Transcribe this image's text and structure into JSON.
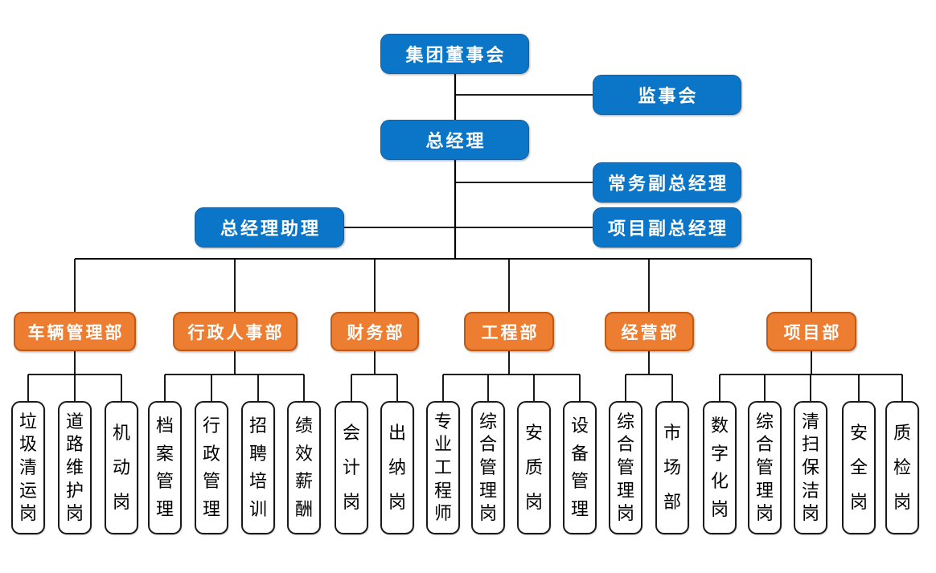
{
  "colors": {
    "page_bg": "#ffffff",
    "blue_fill": "#0b76c8",
    "blue_border": "#1a5fa0",
    "orange_fill": "#ed7d31",
    "orange_border": "#c05a15",
    "leaf_fill": "#ffffff",
    "leaf_border": "#1a1a1a",
    "leaf_text": "#000000",
    "text_on_fill": "#ffffff",
    "line": "#000000"
  },
  "org": {
    "board": {
      "label": "集团董事会"
    },
    "supervisory": {
      "label": "监事会"
    },
    "gm": {
      "label": "总经理"
    },
    "exec_deputy_gm": {
      "label": "常务副总经理"
    },
    "project_deputy_gm": {
      "label": "项目副总经理"
    },
    "gm_assistant": {
      "label": "总经理助理"
    },
    "departments": [
      {
        "label": "车辆管理部",
        "positions": [
          "垃圾清运岗",
          "道路维护岗",
          "机动岗"
        ]
      },
      {
        "label": "行政人事部",
        "positions": [
          "档案管理",
          "行政管理",
          "招聘培训",
          "绩效薪酬"
        ]
      },
      {
        "label": "财务部",
        "positions": [
          "会计岗",
          "出纳岗"
        ]
      },
      {
        "label": "工程部",
        "positions": [
          "专业工程师",
          "综合管理岗",
          "安质岗",
          "设备管理"
        ]
      },
      {
        "label": "经营部",
        "positions": [
          "综合管理岗",
          "市场部"
        ]
      },
      {
        "label": "项目部",
        "positions": [
          "数字化岗",
          "综合管理岗",
          "清扫保洁岗",
          "安全岗",
          "质检岗"
        ]
      }
    ]
  }
}
